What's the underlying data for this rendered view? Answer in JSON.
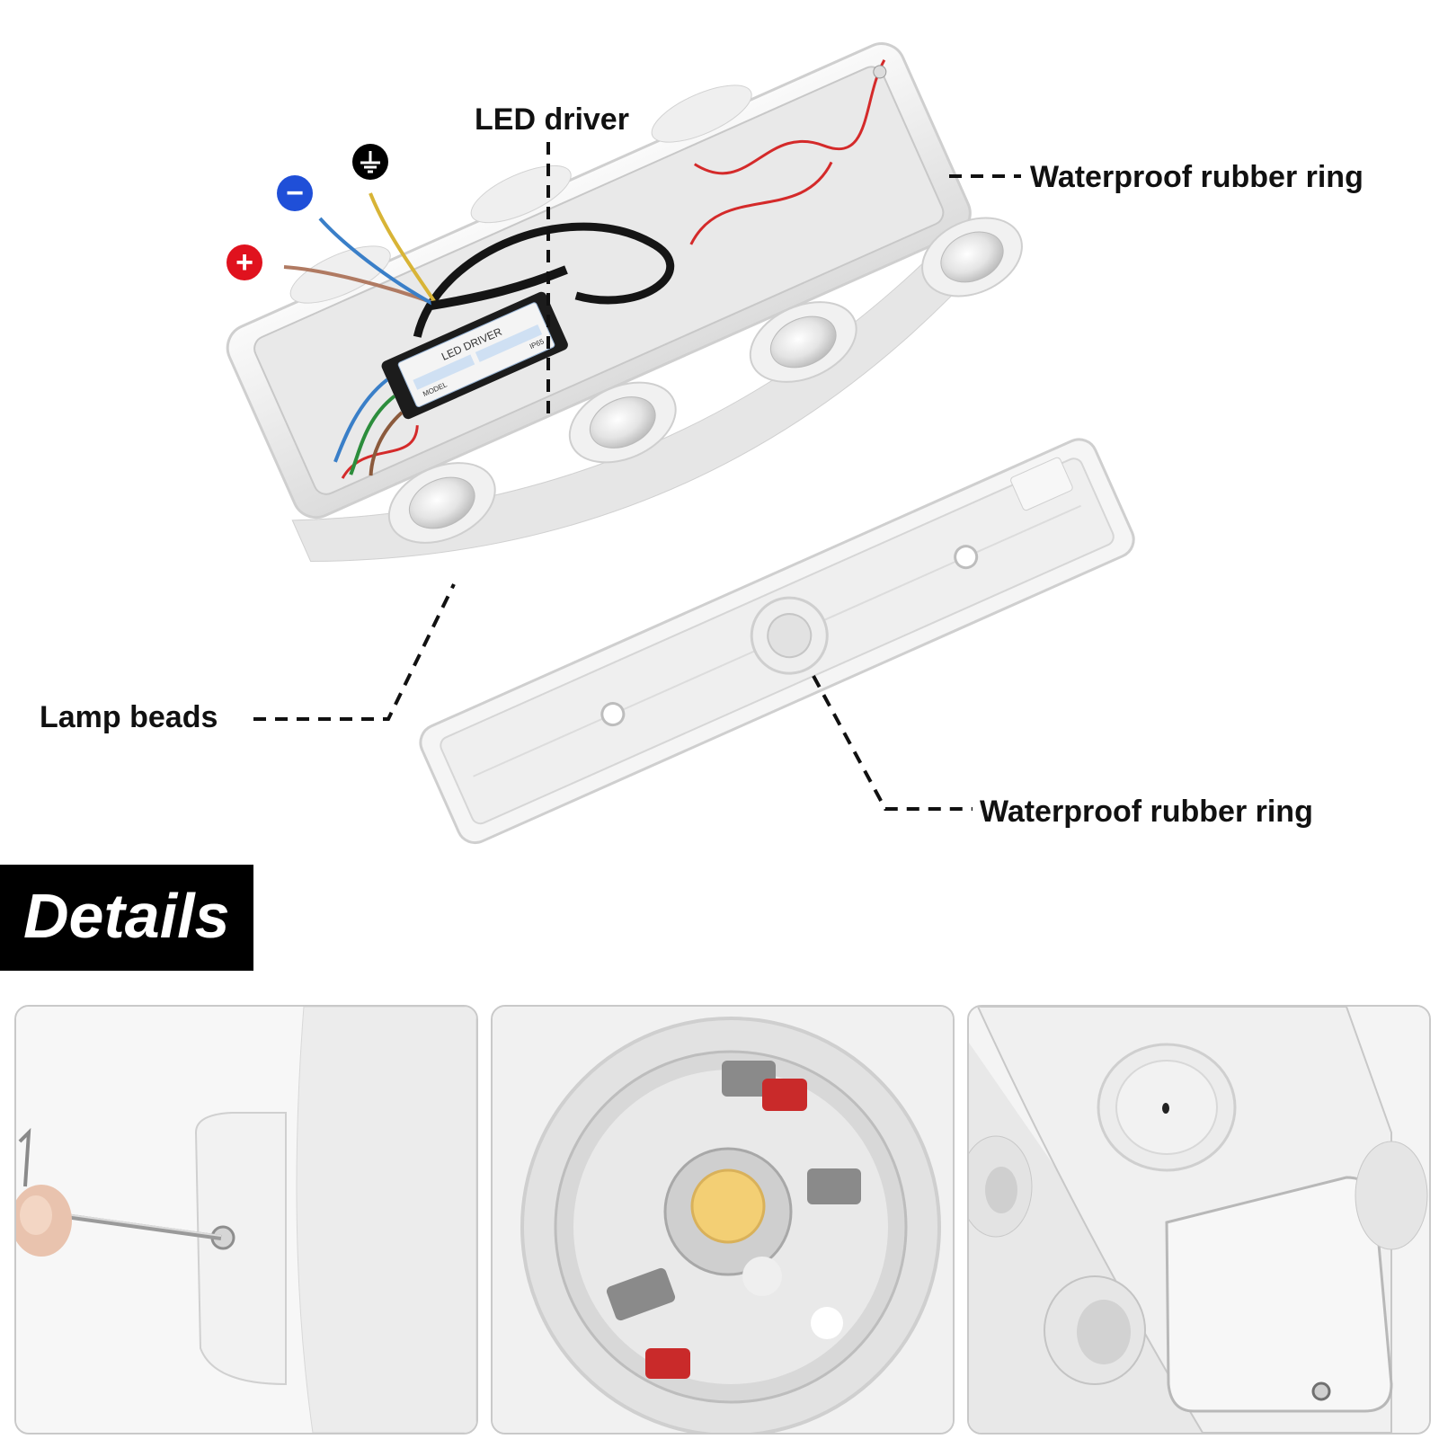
{
  "callouts": {
    "led_driver": "LED driver",
    "waterproof_ring_top": "Waterproof rubber ring",
    "lamp_beads": "Lamp beads",
    "waterproof_ring_bottom": "Waterproof rubber ring"
  },
  "driver_label": {
    "title": "LED DRIVER",
    "model": "MODEL",
    "rating": "IP65"
  },
  "wire_symbols": {
    "positive": "+",
    "negative": "−"
  },
  "section": {
    "title": "Details"
  },
  "colors": {
    "positive": "#e0121e",
    "negative": "#1f4fd8",
    "ground": "#000000",
    "wire_brown": "#b07a62",
    "wire_blue": "#3a7fc8",
    "wire_yellow": "#d8b436",
    "wire_red": "#d42a2a",
    "housing": "#eeeeee",
    "led": "#f3cf74"
  }
}
